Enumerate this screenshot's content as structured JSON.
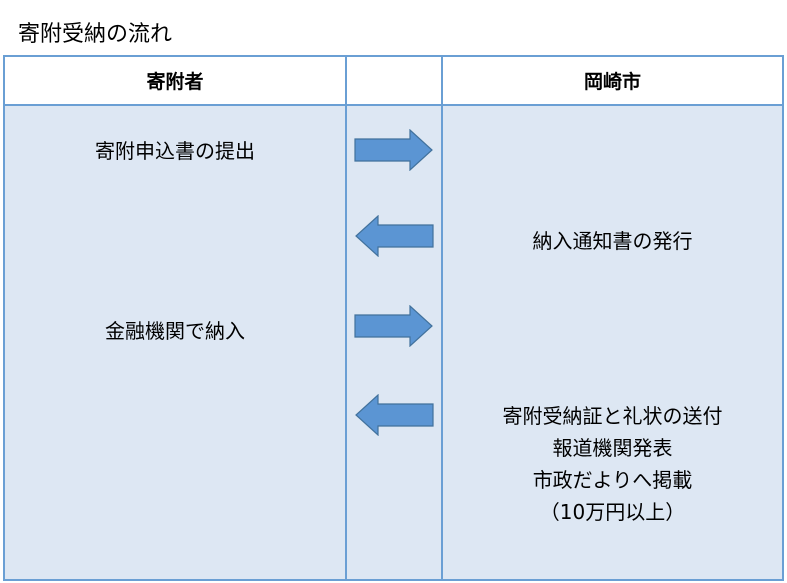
{
  "title": "寄附受納の流れ",
  "headers": {
    "donor": "寄附者",
    "middle": "",
    "city": "岡崎市"
  },
  "donor_steps": [
    "寄附申込書の提出",
    "金融機関で納入"
  ],
  "city_steps": [
    "納入通知書の発行"
  ],
  "city_final": [
    "寄附受納証と礼状の送付",
    "報道機関発表",
    "市政だよりへ掲載",
    "（10万円以上）"
  ],
  "arrows": [
    "right",
    "left",
    "right",
    "left"
  ],
  "colors": {
    "border": "#6a9fd4",
    "fill": "#dde7f3",
    "arrow": "#5b95d3",
    "arrow_stroke": "#41719c"
  }
}
